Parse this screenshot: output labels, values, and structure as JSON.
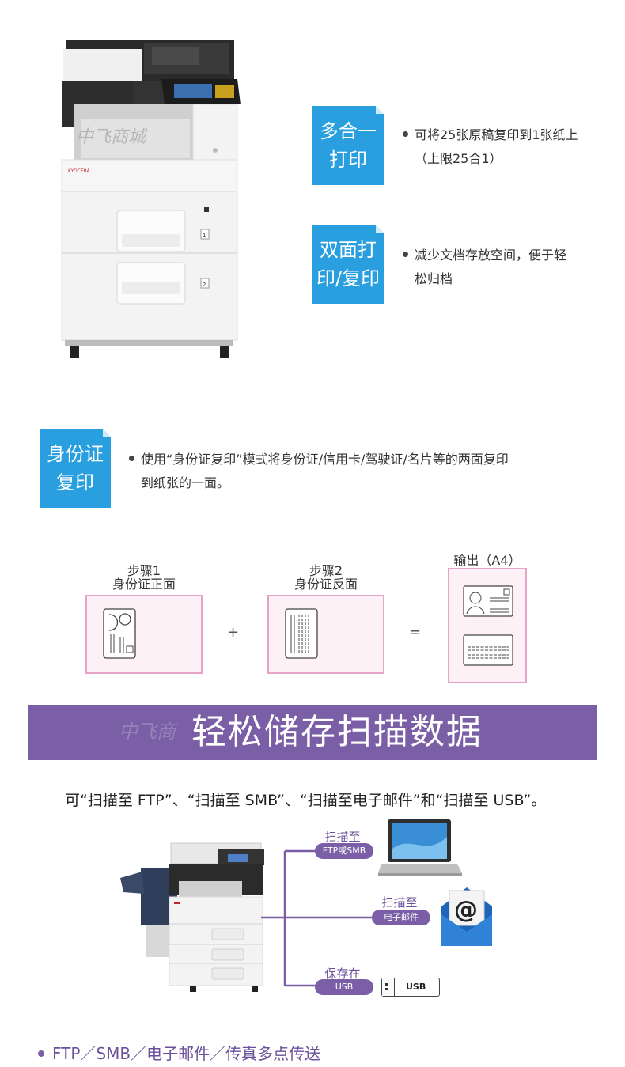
{
  "features": [
    {
      "tag": [
        "多合一",
        "打印"
      ],
      "bullet_lines": [
        "可将25张原稿复印到1张纸上",
        "（上限25合1）"
      ]
    },
    {
      "tag": [
        "双面打",
        "印/复印"
      ],
      "bullet_lines": [
        "减少文档存放空间，便于轻",
        "松归档"
      ]
    },
    {
      "tag": [
        "身份证",
        "复印"
      ],
      "bullet_lines": [
        "使用“身份证复印”模式将身份证/信用卡/驾驶证/名片等的两面复印",
        "到纸张的一面。"
      ]
    }
  ],
  "watermark": "中飞商城",
  "printer": {
    "brand": "KYOCERA",
    "tray1": "1",
    "tray2": "2"
  },
  "steps": {
    "step1": [
      "步骤1",
      "身份证正面"
    ],
    "plus": "+",
    "step2": [
      "步骤2",
      "身份证反面"
    ],
    "equals": "=",
    "output": "输出（A4）"
  },
  "banner": {
    "title": "轻松储存扫描数据",
    "watermark": "中飞商"
  },
  "scan_desc": "可“扫描至 FTP”、“扫描至 SMB”、“扫描至电子邮件”和“扫描至 USB”。",
  "destinations": [
    {
      "label": "扫描至",
      "pill": "FTP或SMB",
      "icon": "laptop-icon"
    },
    {
      "label": "扫描至",
      "pill": "电子邮件",
      "icon": "email-icon"
    },
    {
      "label": "保存在",
      "pill": "USB",
      "icon": "usb-drive-icon",
      "usb_text": "USB"
    }
  ],
  "bottom_line": "FTP／SMB／电子邮件／传真多点传送",
  "colors": {
    "tag_blue": "#2a9fe0",
    "banner_purple": "#7a5fa6",
    "step_border": "#e6a3c8"
  }
}
